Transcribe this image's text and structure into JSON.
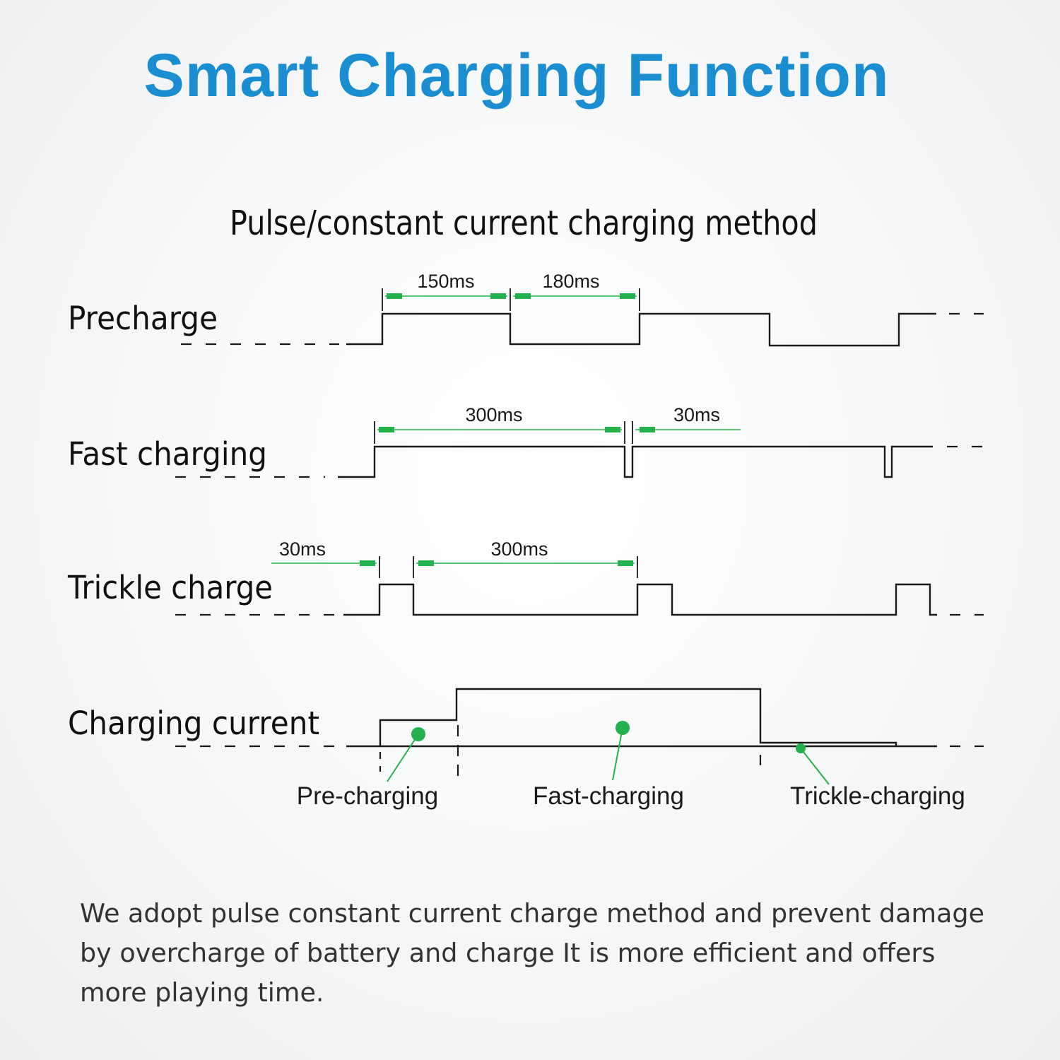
{
  "title": "Smart Charging Function",
  "subtitle": "Pulse/constant current charging method",
  "rows": {
    "precharge": {
      "label": "Precharge",
      "intervals": [
        "150ms",
        "180ms"
      ]
    },
    "fast": {
      "label": "Fast charging",
      "intervals": [
        "300ms",
        "30ms"
      ]
    },
    "trickle": {
      "label": "Trickle charge",
      "intervals": [
        "30ms",
        "300ms"
      ]
    },
    "current": {
      "label": "Charging current"
    }
  },
  "phases": [
    "Pre-charging",
    "Fast-charging",
    "Trickle-charging"
  ],
  "description": "We adopt pulse constant current charge method and prevent damage by overcharge of battery and charge It is more efficient and offers more playing time.",
  "colors": {
    "title": "#1a8ed0",
    "accent_green": "#22b14c",
    "line": "#1a1a1a"
  }
}
